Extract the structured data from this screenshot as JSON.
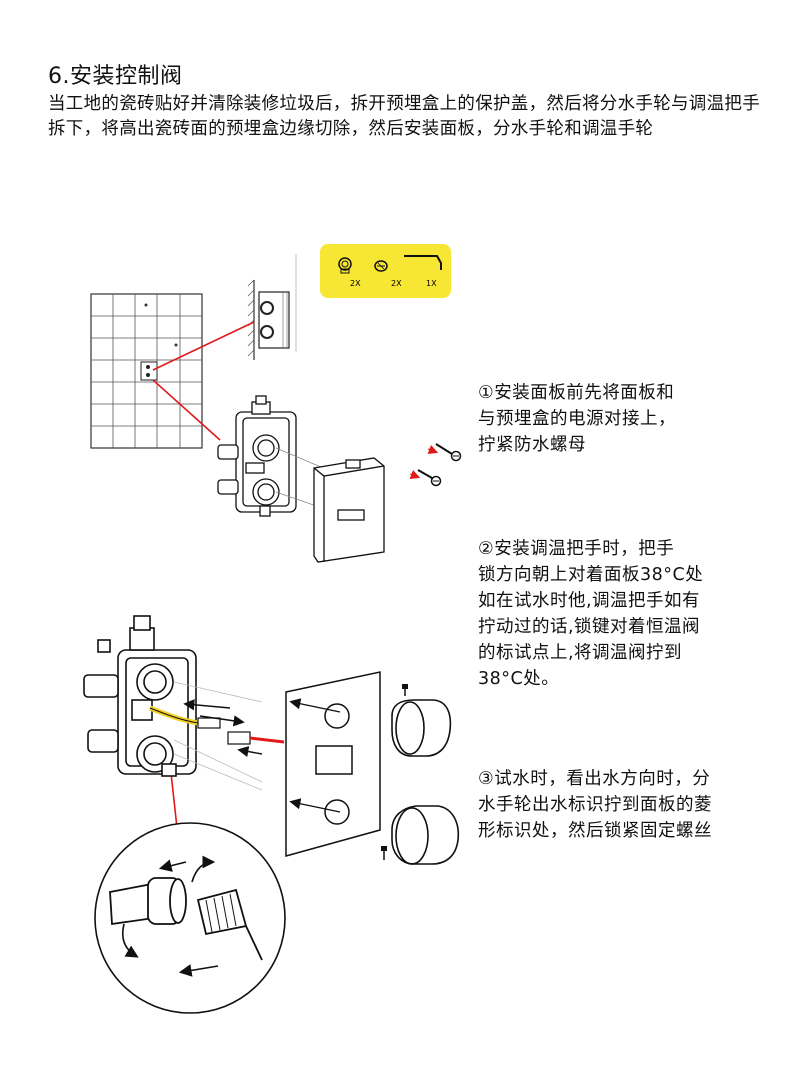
{
  "heading": "6.安装控制阀",
  "intro": "当工地的瓷砖贴好并清除装修垃圾后，拆开预埋盒上的保护盖，然后将分水手轮与调温把手拆下，将高出瓷砖面的预埋盒边缘切除，然后安装面板，分水手轮和调温手轮",
  "kit": {
    "items": [
      {
        "icon": "hex-nut-icon",
        "qty": "2X"
      },
      {
        "icon": "screw-cap-icon",
        "qty": "2X"
      },
      {
        "icon": "hex-key-icon",
        "qty": "1X"
      }
    ],
    "background": "#f7e633"
  },
  "notes": {
    "step1": "①安装面板前先将面板和\n与预埋盒的电源对接上，\n拧紧防水螺母",
    "step2": "②安装调温把手时，把手\n锁方向朝上对着面板38°C处\n如在试水时他,调温把手如有\n拧动过的话,锁键对着恒温阀\n的标试点上,将调温阀拧到\n38°C处。",
    "step3": "③试水时，看出水方向时，分\n水手轮出水标识拧到面板的菱\n形标识处，然后锁紧固定螺丝"
  },
  "colors": {
    "leader": "#e01b1b",
    "arrow": "#e01b1b",
    "line": "#111111"
  }
}
